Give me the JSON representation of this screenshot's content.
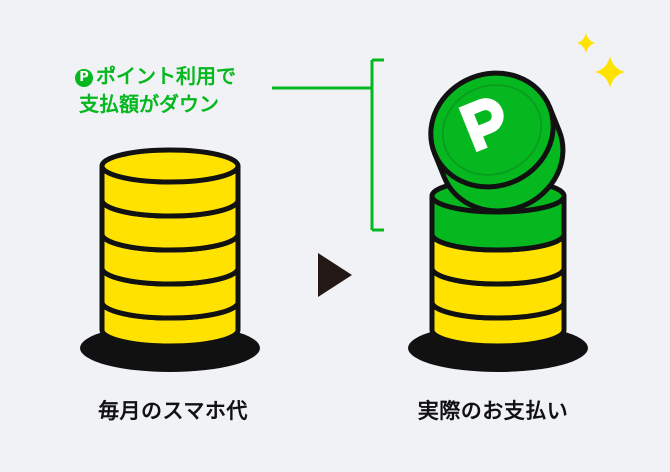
{
  "callout": {
    "badge_letter": "P",
    "line1": "ポイント利用で",
    "line2": "支払額がダウン"
  },
  "labels": {
    "left": "毎月のスマホ代",
    "right": "実際のお支払い"
  },
  "coin_symbol": "P",
  "colors": {
    "background": "#f0f2f5",
    "coin_yellow": "#ffe200",
    "coin_green": "#06b81f",
    "outline": "#111111",
    "sparkle": "#ffe200"
  }
}
